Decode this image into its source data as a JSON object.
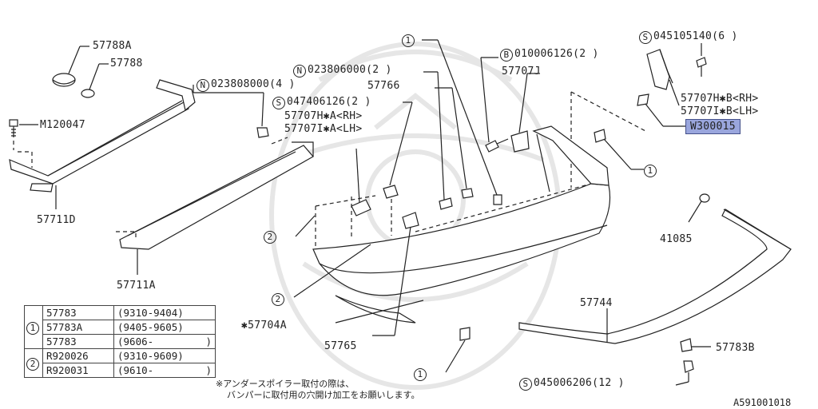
{
  "callouts": {
    "p57788a": "57788A",
    "p57788": "57788",
    "m120047": "M120047",
    "p57711d": "57711D",
    "n0238080": "023808000(4 )",
    "p57711a": "57711A",
    "n0238060": "023806000(2 )",
    "p57766": "57766",
    "s0474061": "047406126(2 )",
    "p57707ha": "57707H✱A<RH>",
    "p57707ia": "57707I✱A<LH>",
    "b0100061": "010006126(2 )",
    "p57707j": "57707J",
    "s0451051": "045105140(6 )",
    "p57707hb": "57707H✱B<RH>",
    "p57707ib": "57707I✱B<LH>",
    "w300015": "W300015",
    "p41085": "41085",
    "p57704a": "✱57704A",
    "p57765": "57765",
    "p57744": "57744",
    "p57783b": "57783B",
    "s0450062": "045006206(12 )"
  },
  "markers": {
    "s": "S",
    "n": "N",
    "b": "B",
    "one": "1",
    "two": "2"
  },
  "table": {
    "group1": "1",
    "group2": "2",
    "rows1": [
      {
        "part": "57783",
        "dates": "(9310-9404)"
      },
      {
        "part": "57783A",
        "dates": "(9405-9605)"
      },
      {
        "part": "57783",
        "dates": "(9606-"
      }
    ],
    "rows2": [
      {
        "part": "R920026",
        "dates": "(9310-9609)"
      },
      {
        "part": "R920031",
        "dates": "(9610-"
      }
    ],
    "close": ")"
  },
  "note": {
    "line1": "※アンダースポイラー取付の際は、",
    "line2": "バンパーに取付用の穴開け加工をお願いします。"
  },
  "diagram_code": "A591001018",
  "colors": {
    "highlight": "#9aa6dd",
    "line": "#222222",
    "watermark": "#e6e6e6"
  }
}
